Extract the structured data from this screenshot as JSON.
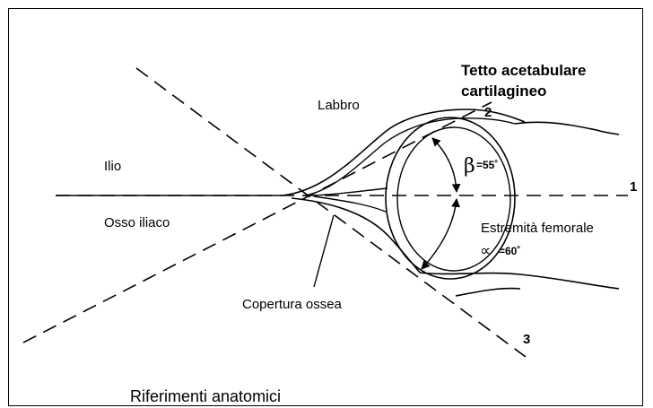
{
  "figure": {
    "title": "Riferimenti anatomici",
    "labels": {
      "tetto_line1": "Tetto acetabulare",
      "tetto_line2": "cartilagineo",
      "labbro": "Labbro",
      "ilio": "Ilio",
      "osso_iliaco": "Osso iliaco",
      "estremita_femorale": "Estremità femorale",
      "copertura_ossea": "Copertura ossea"
    },
    "reference_lines": [
      "1",
      "2",
      "3"
    ],
    "angles": {
      "beta_symbol": "β",
      "beta_value": "=55˚",
      "alpha_symbol": "∝",
      "alpha_value": "=60˚"
    }
  }
}
